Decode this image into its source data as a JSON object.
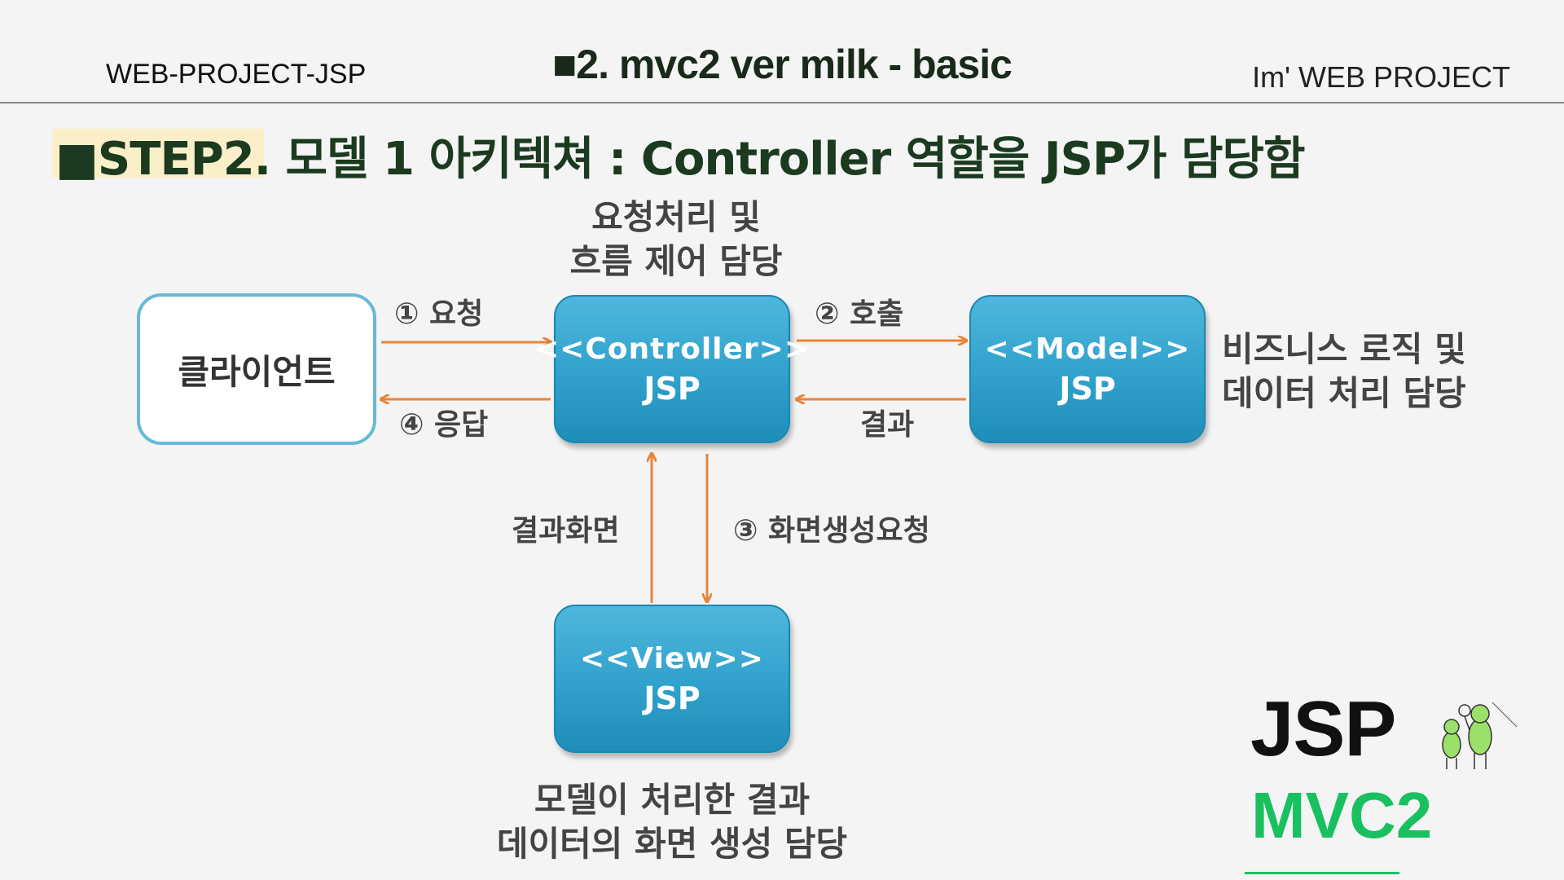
{
  "header": {
    "left": "WEB-PROJECT-JSP",
    "center": "■2. mvc2 ver  milk - basic",
    "right": "Im'  WEB PROJECT"
  },
  "step_title": "■STEP2. 모델 1 아키텍쳐 : Controller 역할을 JSP가 담당함",
  "diagram": {
    "client": "클라이언트",
    "controller": {
      "stereotype": "<<Controller>>",
      "tech": "JSP"
    },
    "model": {
      "stereotype": "<<Model>>",
      "tech": "JSP"
    },
    "view": {
      "stereotype": "<<View>>",
      "tech": "JSP"
    },
    "controller_desc_1": "요청처리 및",
    "controller_desc_2": "흐름 제어 담당",
    "model_desc_1": "비즈니스 로직 및",
    "model_desc_2": "데이터 처리 담당",
    "view_desc_1": "모델이 처리한 결과",
    "view_desc_2": "데이터의 화면 생성 담당",
    "arrow_request": "① 요청",
    "arrow_response": "④ 응답",
    "arrow_call": "② 호출",
    "arrow_result": "결과",
    "arrow_view_request": "③ 화면생성요청",
    "arrow_result_screen": "결과화면"
  },
  "brand": {
    "jsp": "JSP",
    "mvc": "MVC2"
  },
  "colors": {
    "arrow": "#e8843a",
    "box": "#2fa1cc",
    "brand_green": "#19c060"
  }
}
